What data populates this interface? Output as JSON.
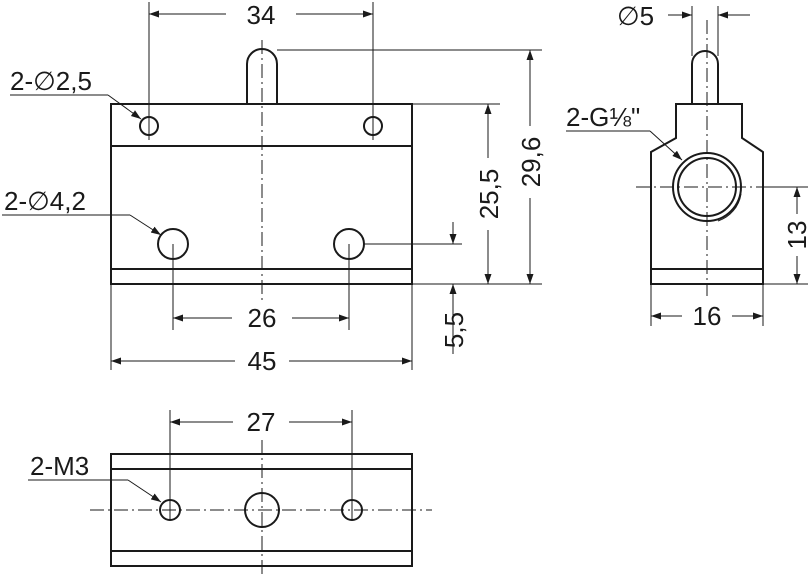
{
  "front_view": {
    "dim_width_top": "34",
    "dim_width_holes": "26",
    "dim_width_total": "45",
    "dim_height_body": "25,5",
    "dim_height_total": "29,6",
    "dim_hole_offset": "5,5",
    "label_small_holes": "2-∅2,5",
    "label_large_holes": "2-∅4,2"
  },
  "side_view": {
    "dim_pin_diameter": "∅5",
    "dim_width": "16",
    "dim_port_height": "13",
    "label_port": "2-G⅛\""
  },
  "bottom_view": {
    "dim_hole_spacing": "27",
    "label_threads": "2-M3"
  }
}
